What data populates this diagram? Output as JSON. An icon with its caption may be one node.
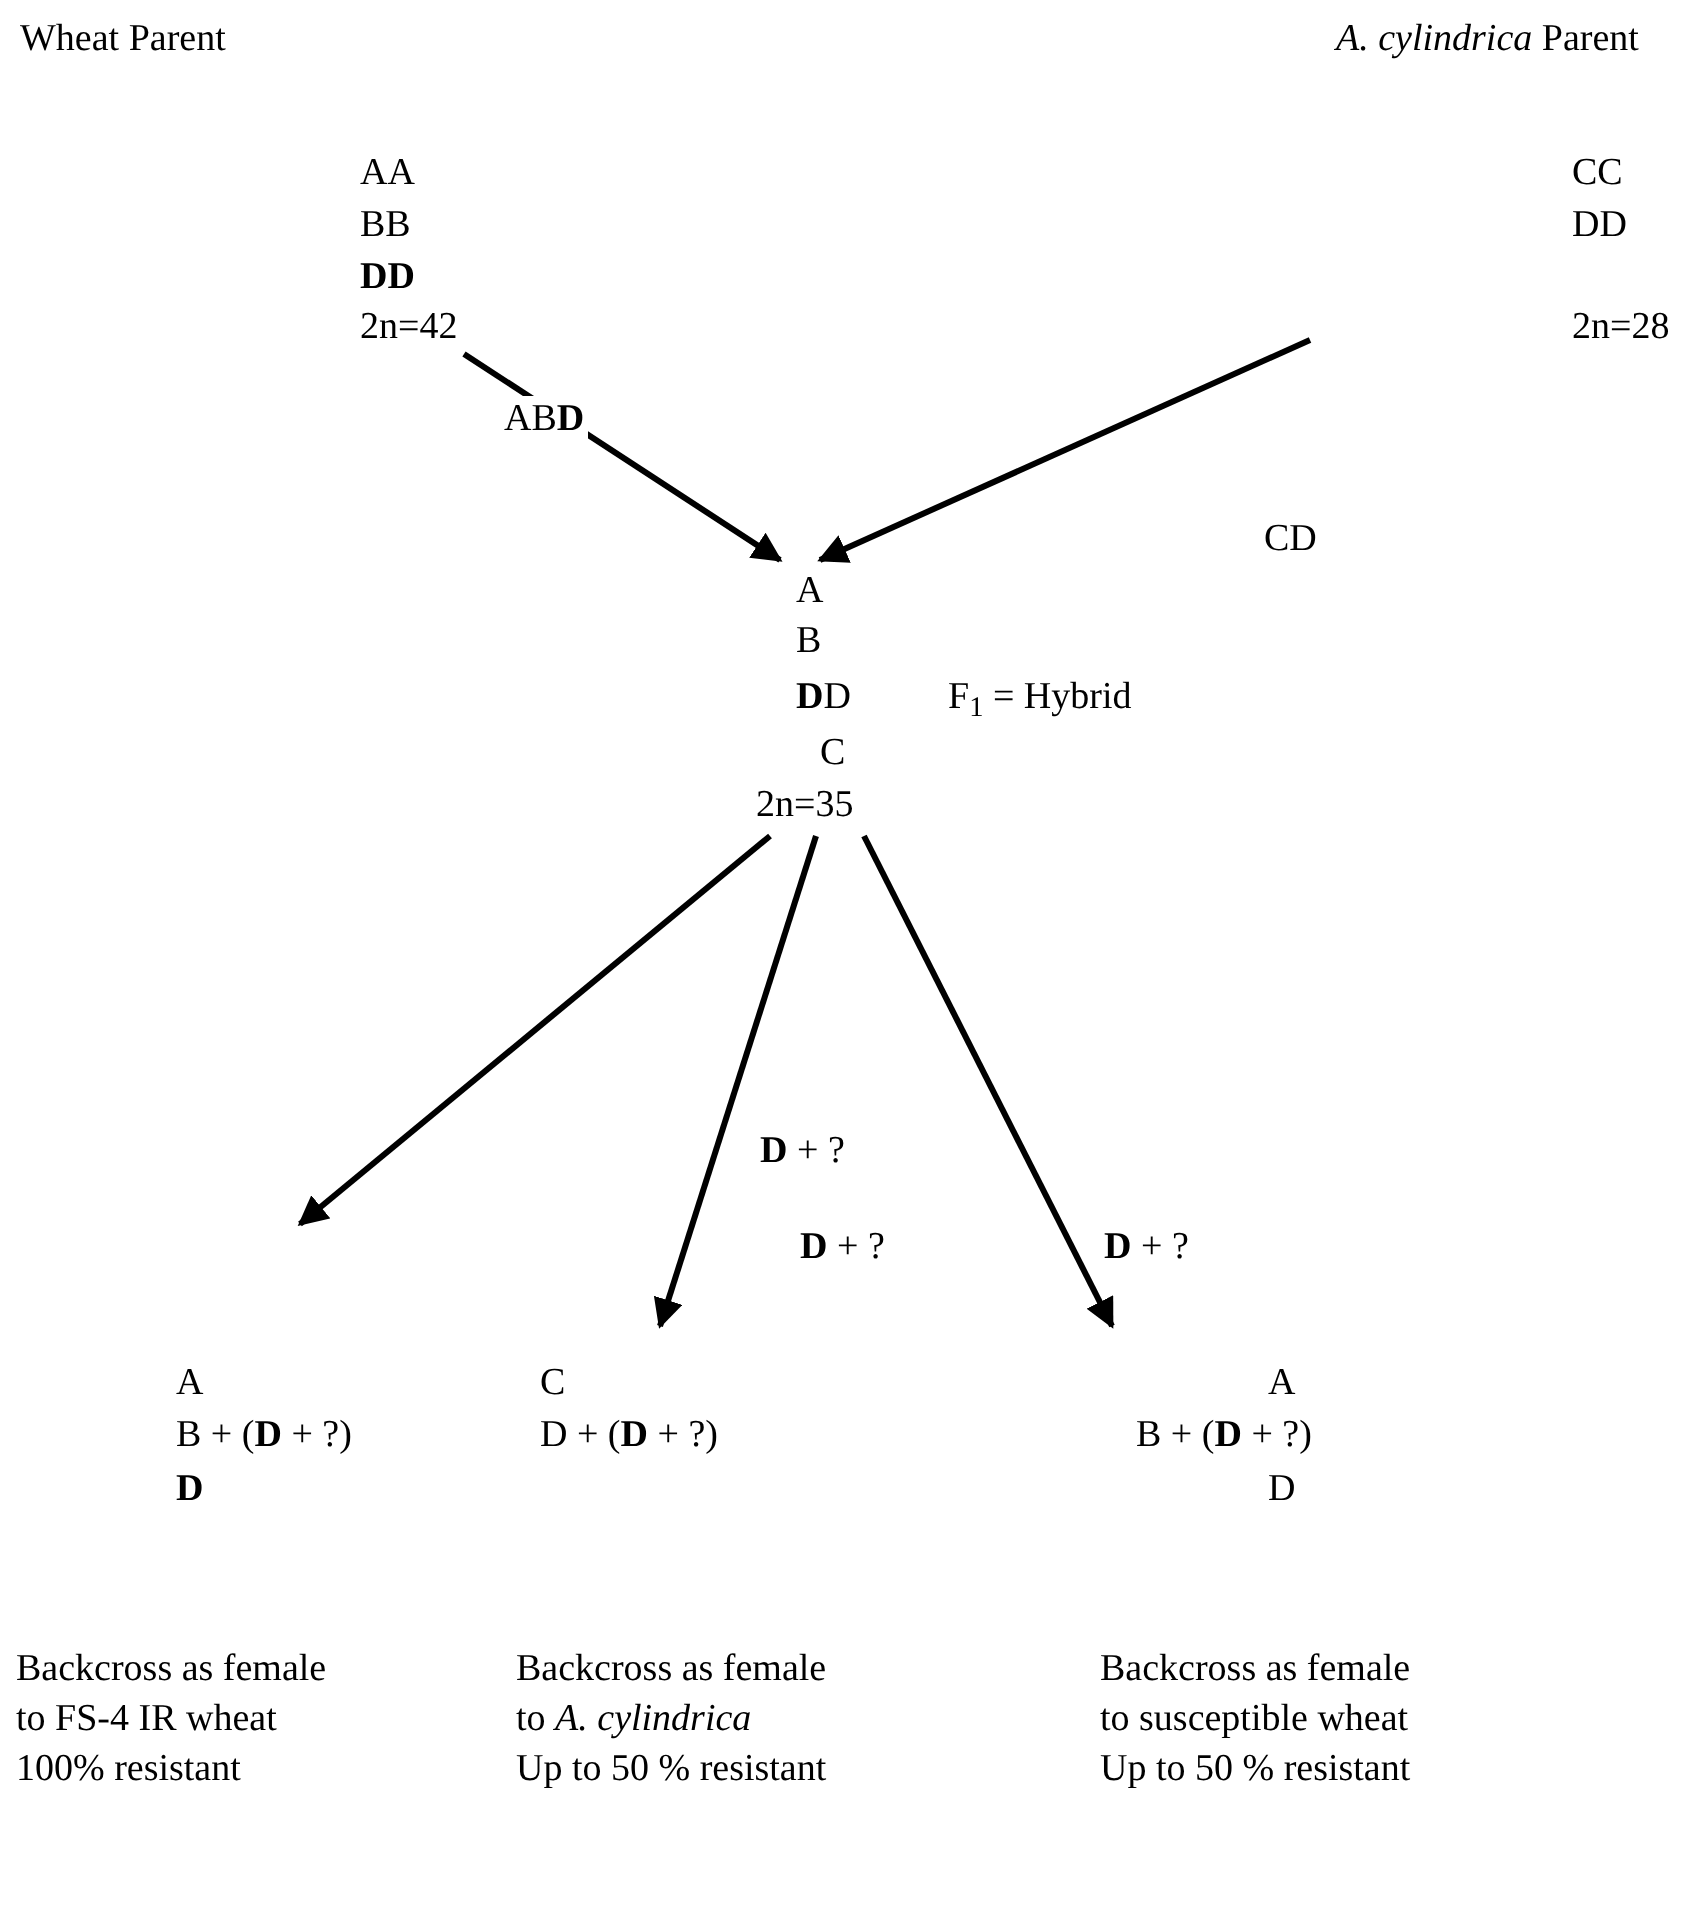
{
  "diagram": {
    "nodes": [
      {
        "text": [
          "Wheat Parent",
          "AA",
          "BB",
          "**DD**",
          "2n=42"
        ]
      },
      {
        "text": [
          "*A. cylindrica* Parent",
          "CC",
          "DD",
          "2n=28"
        ]
      },
      {
        "text": [
          "A",
          "B",
          "**D**D",
          "C",
          "2n=35"
        ],
        "beside": [
          "F$_{1}$ = Hybrid"
        ]
      },
      {
        "text": [
          "A",
          "B + (**D** + ?)",
          "**D**",
          "Backcross as female",
          "to FS-4 IR wheat",
          "100% resistant"
        ]
      },
      {
        "text": [
          "C",
          "D + (**D** + ?)",
          "Backcross as female",
          "to *A. cylindrica*",
          "Up to 50 % resistant"
        ]
      },
      {
        "text": [
          "A",
          "B + (**D** + ?)",
          "D",
          "Backcross as female",
          "to susceptible wheat",
          "Up to 50 % resistant"
        ]
      }
    ],
    "edges": [
      {
        "from": 0,
        "to": 2,
        "arrow": "to",
        "label": "AB**D**"
      },
      {
        "from": 1,
        "to": 2,
        "arrow": "to",
        "label": "CD"
      },
      {
        "from": 2,
        "to": 3,
        "arrow": "to"
      },
      {
        "from": 2,
        "to": 4,
        "arrow": "to",
        "label": "**D** + ?"
      },
      {
        "from": 2,
        "to": 5,
        "arrow": "to",
        "label": "**D** + ?"
      }
    ],
    "labels": [
      "**D** + ?"
    ]
  }
}
